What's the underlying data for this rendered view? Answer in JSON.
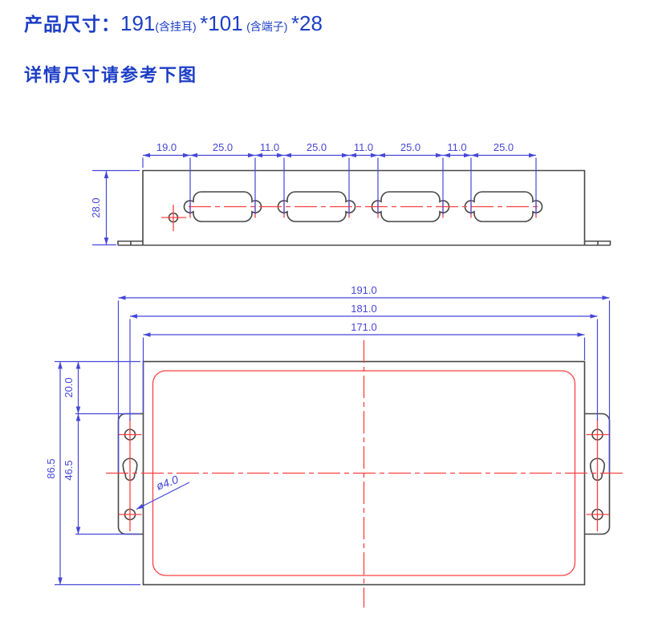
{
  "header": {
    "line1_prefix": "产品尺寸：",
    "line1_dim_main": "191",
    "line1_note1": "(含挂耳)",
    "line1_dim2": "*101",
    "line1_note2": "(含端子)",
    "line1_dim3": "*28",
    "line2": "详情尺寸请参考下图"
  },
  "colors": {
    "heading_blue": "#1c3ec6",
    "dimension_blue": "#4646d8",
    "centerline_red": "#ff4040",
    "outline_dark": "#474747",
    "background": "#ffffff"
  },
  "side_view": {
    "top_dims": [
      "19.0",
      "25.0",
      "11.0",
      "25.0",
      "11.0",
      "25.0",
      "11.0",
      "25.0"
    ],
    "height_dim": "28.0"
  },
  "front_view": {
    "width_dims": [
      "191.0",
      "181.0",
      "171.0"
    ],
    "offset_dim": "20.0",
    "ear_height_dim": "46.5",
    "body_height_dim": "86.5",
    "hole_diameter_dim": "ø4.0"
  }
}
